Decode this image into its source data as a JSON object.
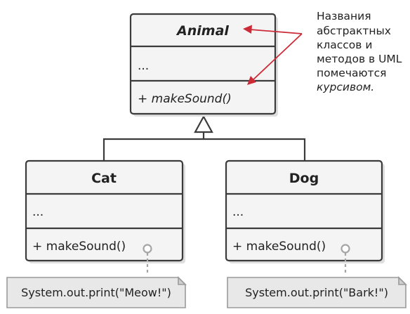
{
  "classes": {
    "animal": {
      "name": "Animal",
      "fields": "...",
      "method": "+ makeSound()"
    },
    "cat": {
      "name": "Cat",
      "fields": "...",
      "method": "+ makeSound()"
    },
    "dog": {
      "name": "Dog",
      "fields": "...",
      "method": "+ makeSound()"
    }
  },
  "notes": {
    "cat_impl": "System.out.print(\"Meow!\")",
    "dog_impl": "System.out.print(\"Bark!\")"
  },
  "annotation": {
    "line1": "Названия",
    "line2": "абстрактных",
    "line3": "классов и",
    "line4": "методов в UML",
    "line5": "помечаются",
    "line6": "курсивом."
  },
  "colors": {
    "box_fill": "#f4f4f4",
    "outline": "#3b3b3b",
    "accent_arrow": "#cc2a36",
    "note_fill": "#e8e8e8"
  }
}
